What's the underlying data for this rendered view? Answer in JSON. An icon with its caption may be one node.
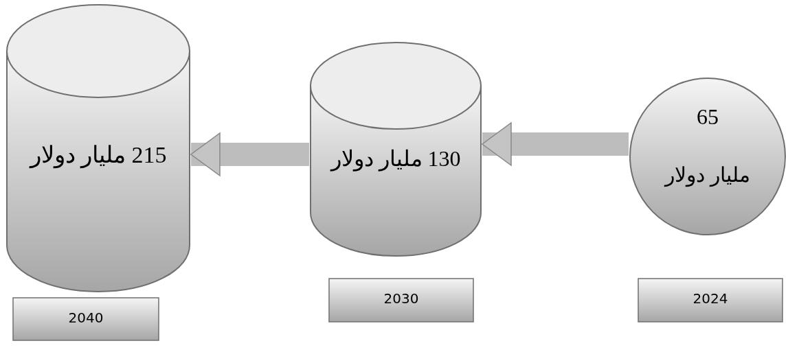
{
  "diagram": {
    "nodes": [
      {
        "text": [
          "215 مليار دولار"
        ]
      },
      {
        "text": [
          "130 مليار دولار"
        ]
      },
      {
        "text": [
          "65",
          "مليار دولار"
        ]
      },
      {
        "text": [
          "2040"
        ]
      },
      {
        "text": [
          "2030"
        ]
      },
      {
        "text": [
          "2024"
        ]
      }
    ],
    "edges": [
      {
        "from": 2,
        "to": 1,
        "arrow": "to"
      },
      {
        "from": 1,
        "to": 0,
        "arrow": "to"
      }
    ]
  }
}
